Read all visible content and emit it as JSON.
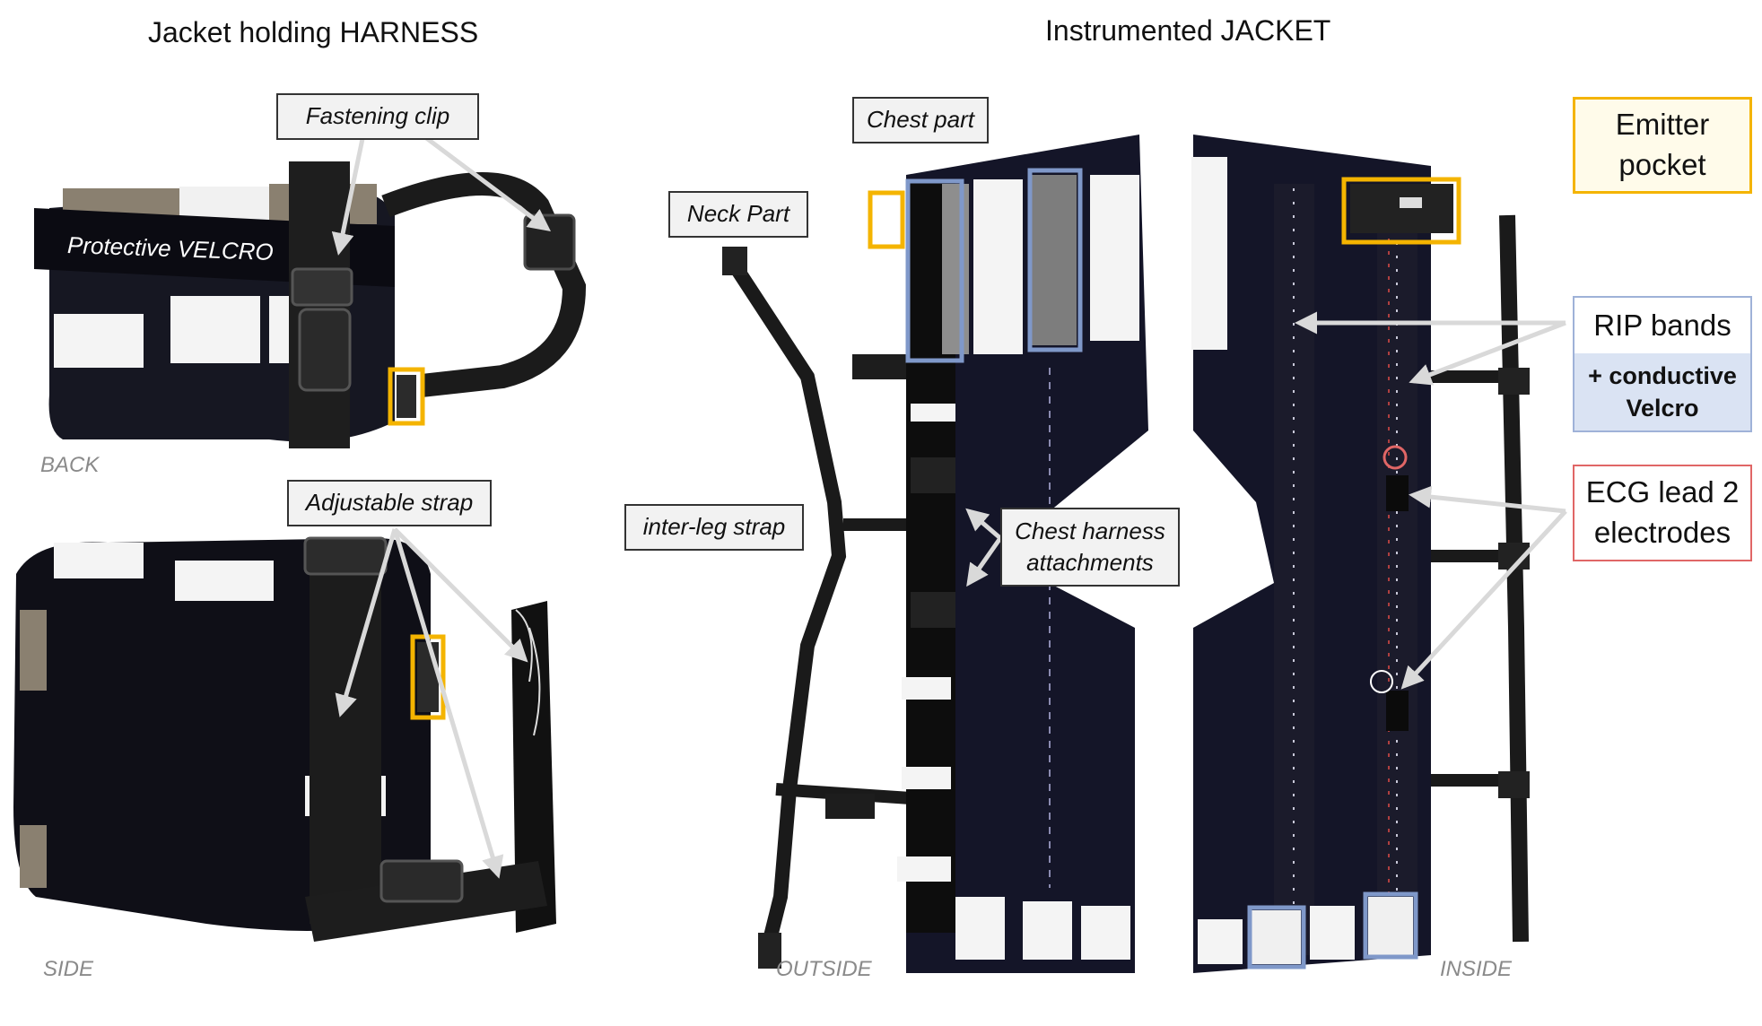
{
  "titles": {
    "harness": "Jacket holding HARNESS",
    "jacket": "Instrumented JACKET"
  },
  "callouts": {
    "fastening_clip": "Fastening clip",
    "adjustable_strap": "Adjustable strap",
    "chest_part": "Chest part",
    "neck_part": "Neck Part",
    "inter_leg_strap": "inter-leg strap",
    "chest_harness_line1": "Chest harness",
    "chest_harness_line2": "attachments"
  },
  "photo_text": {
    "protective_velcro": "Protective VELCRO"
  },
  "views": {
    "back": "BACK",
    "side": "SIDE",
    "outside": "OUTSIDE",
    "inside": "INSIDE"
  },
  "legend": {
    "emitter_line1": "Emitter",
    "emitter_line2": "pocket",
    "rip": "RIP bands",
    "conductive_line1": "+ conductive",
    "conductive_line2": "Velcro",
    "ecg_line1": "ECG lead 2",
    "ecg_line2": "electrodes"
  },
  "colors": {
    "emitter": "#f4b400",
    "rip": "#7f98c9",
    "ecg": "#e06666",
    "fabric": "#141528"
  }
}
